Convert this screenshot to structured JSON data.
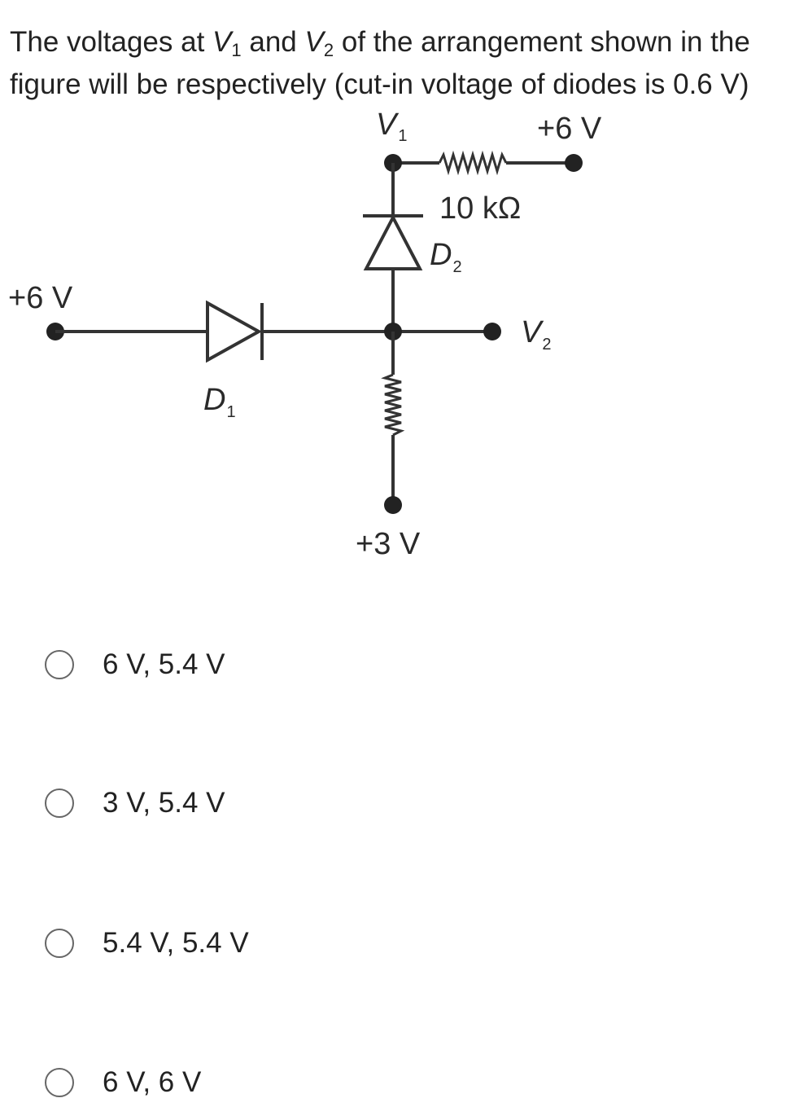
{
  "question": {
    "t1": "The voltages at ",
    "v1_main": "V",
    "v1_sub": "1",
    "t2": " and ",
    "v2_main": "V",
    "v2_sub": "2",
    "t3": " of the arrangement shown in the figure will be respectively (cut-in voltage of diodes is 0.6 V)"
  },
  "figure": {
    "label_v1_main": "V",
    "label_v1_sub": "1",
    "label_top_right": "+6 V",
    "resistor_value": "10 kΩ",
    "label_d2_main": "D",
    "label_d2_sub": "2",
    "label_left": "+6 V",
    "label_v2_main": "V",
    "label_v2_sub": "2",
    "label_d1_main": "D",
    "label_d1_sub": "1",
    "label_bottom": "+3 V"
  },
  "options": [
    {
      "label": "6 V, 5.4 V"
    },
    {
      "label": "3 V, 5.4 V"
    },
    {
      "label": "5.4 V, 5.4 V"
    },
    {
      "label": "6 V, 6 V"
    }
  ]
}
